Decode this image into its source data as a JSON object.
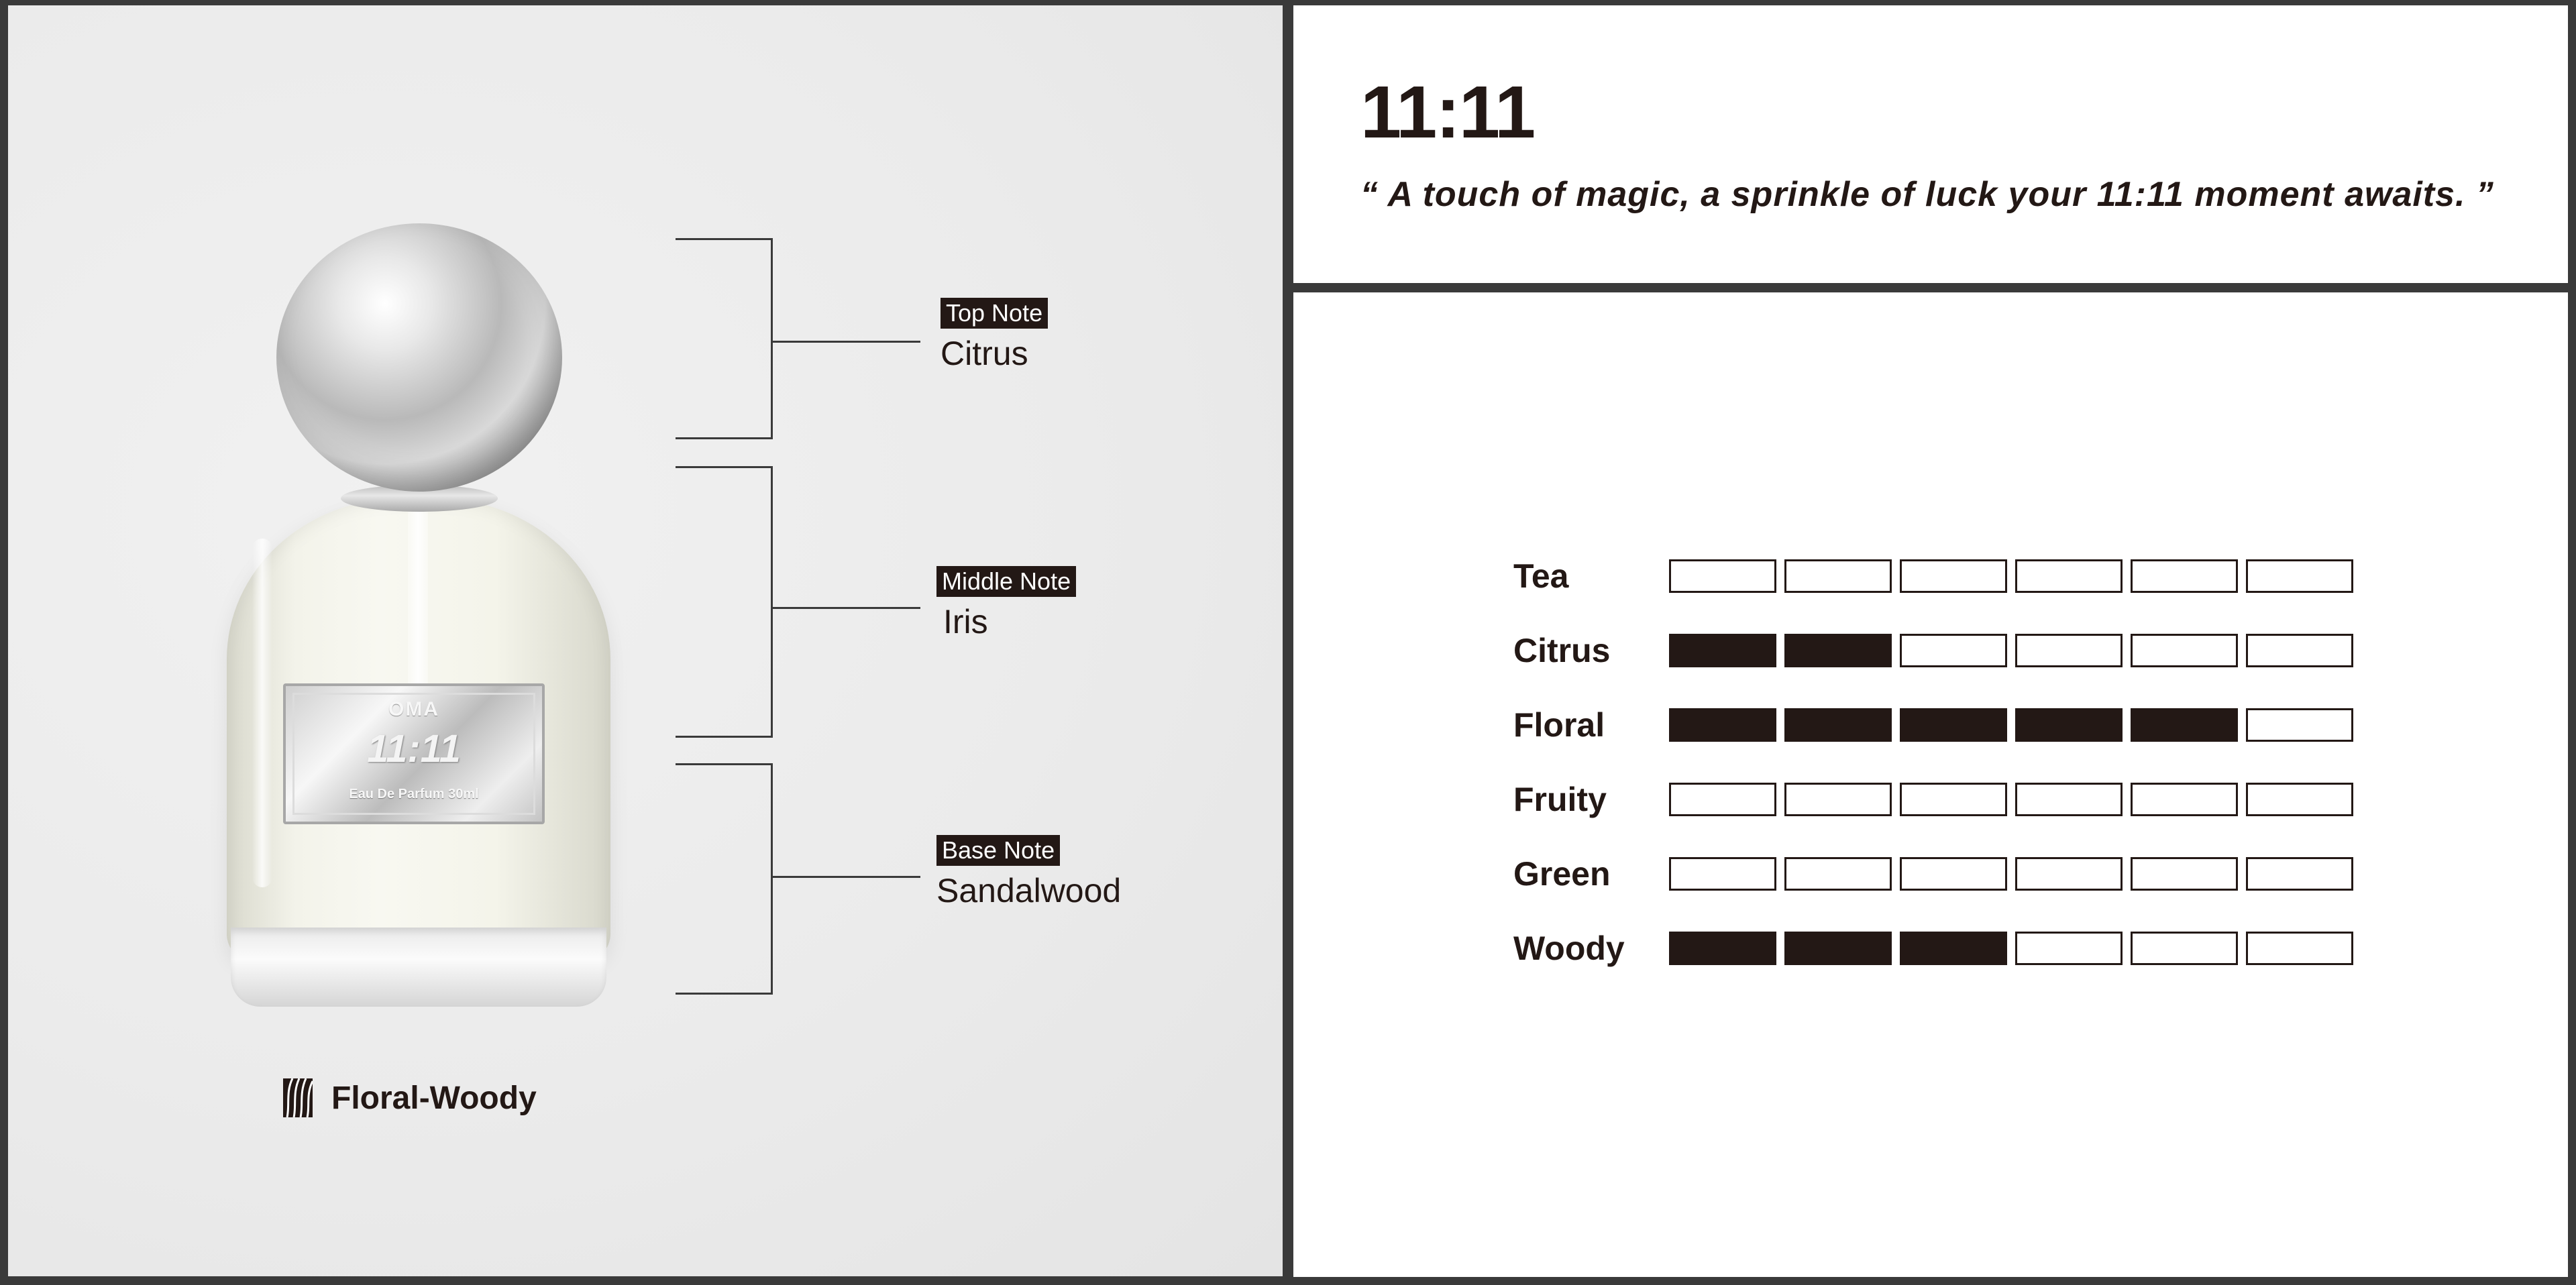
{
  "product": {
    "title": "11:11",
    "tagline": "“ A touch of magic, a sprinkle of luck your 11:11 moment awaits. ”",
    "bottle_label": {
      "brand": "OMA",
      "name": "11:11",
      "subtitle": "Eau De Parfum 30ml"
    }
  },
  "notes": [
    {
      "tag": "Top Note",
      "value": "Citrus"
    },
    {
      "tag": "Middle Note",
      "value": "Iris"
    },
    {
      "tag": "Base Note",
      "value": "Sandalwood"
    }
  ],
  "family": {
    "label": "Floral-Woody",
    "icon": "wood-grain-icon"
  },
  "chart_data": {
    "type": "bar",
    "categories": [
      "Tea",
      "Citrus",
      "Floral",
      "Fruity",
      "Green",
      "Woody"
    ],
    "values": [
      0,
      2,
      5,
      0,
      0,
      3
    ],
    "max": 6
  },
  "colors": {
    "ink": "#231815",
    "frame": "#3a3a3a",
    "panel_left": "#ebebeb",
    "panel_right": "#ffffff"
  }
}
